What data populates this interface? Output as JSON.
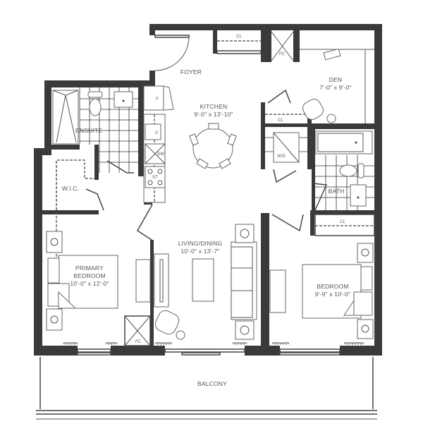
{
  "floorplan": {
    "rooms": {
      "foyer": {
        "name": "FOYER"
      },
      "kitchen": {
        "name": "KITCHEN",
        "dims": "9'-0\" x 13'-10\""
      },
      "den": {
        "name": "DEN",
        "dims": "7'-0\" x 9'-0\""
      },
      "ensuite": {
        "name": "ENSUITE"
      },
      "wic": {
        "name": "W.I.C."
      },
      "bath": {
        "name": "BATH"
      },
      "primary_bedroom": {
        "name_line1": "PRIMARY",
        "name_line2": "BEDROOM",
        "dims": "10'-0\" x 12'-0\""
      },
      "living_dining": {
        "name": "LIVING/DINING",
        "dims": "10'-0\" x 13'-7\""
      },
      "bedroom": {
        "name": "BEDROOM",
        "dims": "9'-9\" x 10'-0\""
      },
      "balcony": {
        "name": "BALCONY"
      }
    },
    "fixtures": {
      "closet_label": "CL",
      "fan_coil_label": "FC",
      "fridge_label": "F",
      "sink_label": "S",
      "dishwasher_label": "DW",
      "stove_label": "ST",
      "washer_dryer_label": "W/D"
    },
    "colors": {
      "wall": "#3a3a3a",
      "line": "#555555",
      "background": "#ffffff"
    }
  }
}
